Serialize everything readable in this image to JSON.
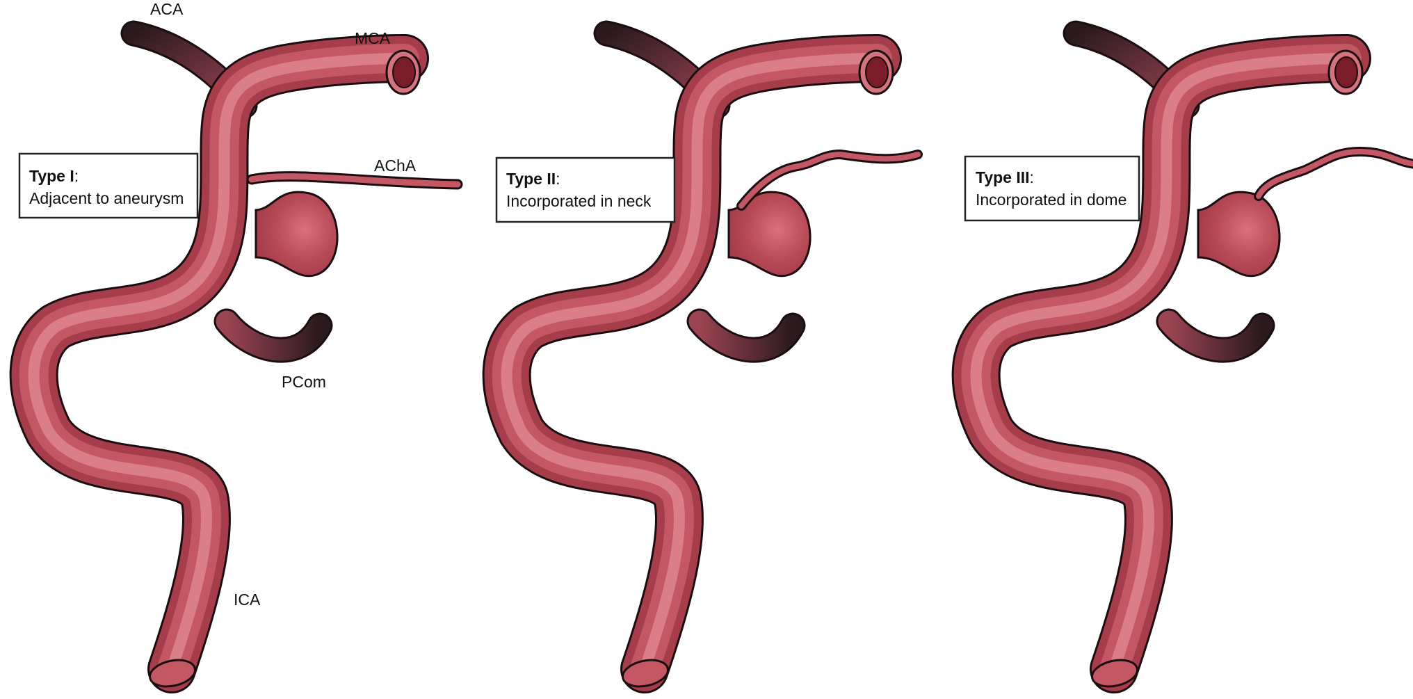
{
  "labels": {
    "aca": "ACA",
    "mca": "MCA",
    "acha": "AChA",
    "pcom": "PCom",
    "ica": "ICA"
  },
  "panels": [
    {
      "title": "Type I",
      "colon": ":",
      "description": "Adjacent to aneurysm"
    },
    {
      "title": "Type II",
      "colon": ":",
      "description": "Incorporated in neck"
    },
    {
      "title": "Type III",
      "colon": ":",
      "description": "Incorporated in dome"
    }
  ],
  "colors": {
    "vessel_fill_center": "#d97884",
    "vessel_fill_mid": "#c45a66",
    "vessel_fill_edge": "#a63d4a",
    "outline": "#1a0d10",
    "distal_dark": "#2a1a1d",
    "lumen": "#7a1c2a",
    "box_border": "#222222"
  },
  "icons": {
    "vessel": "artery-tube",
    "aneurysm": "aneurysm-sac"
  }
}
